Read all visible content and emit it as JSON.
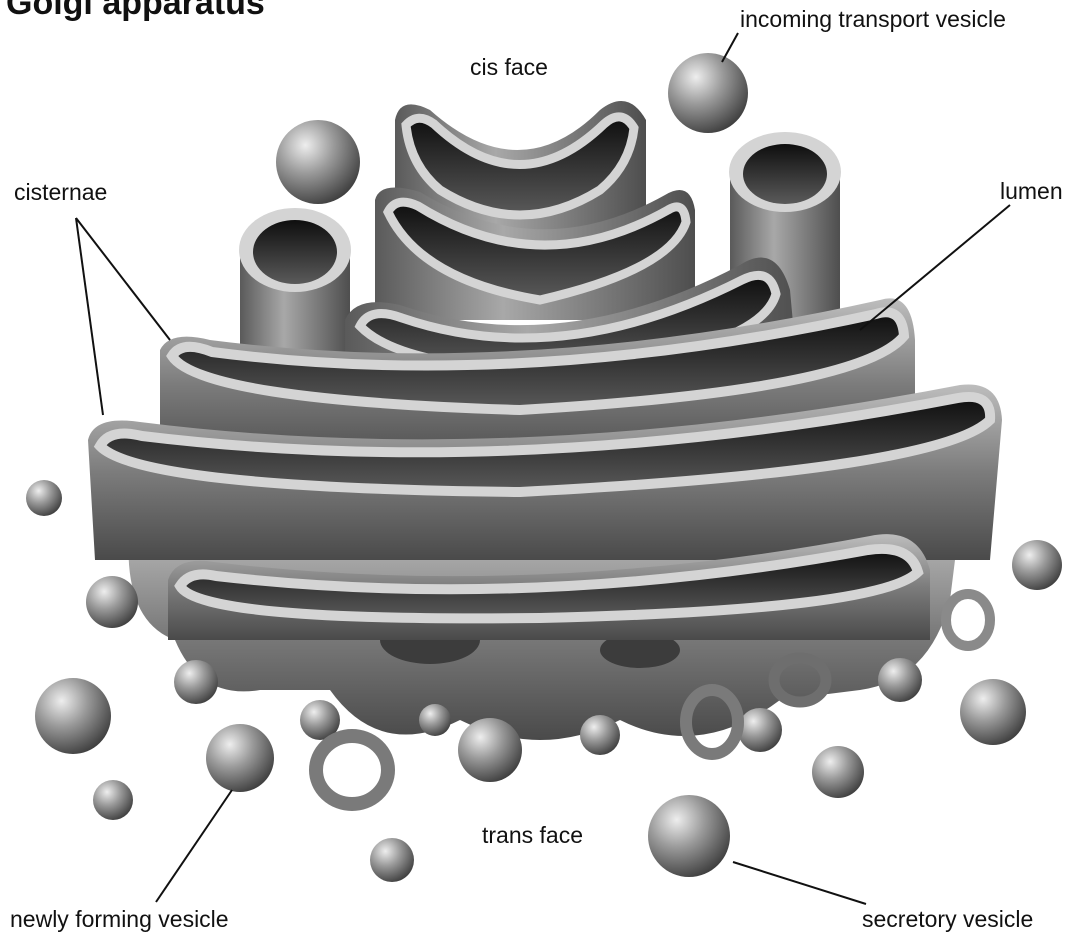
{
  "title": "Golgi apparatus",
  "labels": {
    "incoming_transport_vesicle": "incoming transport vesicle",
    "cis_face": "cis face",
    "cisternae": "cisternae",
    "lumen": "lumen",
    "trans_face": "trans face",
    "newly_forming_vesicle": "newly forming vesicle",
    "secretory_vesicle": "secretory vesicle"
  },
  "colors": {
    "membrane_light": "#d8d8d8",
    "membrane_mid": "#8a8a8a",
    "membrane_dark": "#3a3a3a",
    "lumen_dark": "#1a1a1a",
    "leader_line": "#111111"
  }
}
